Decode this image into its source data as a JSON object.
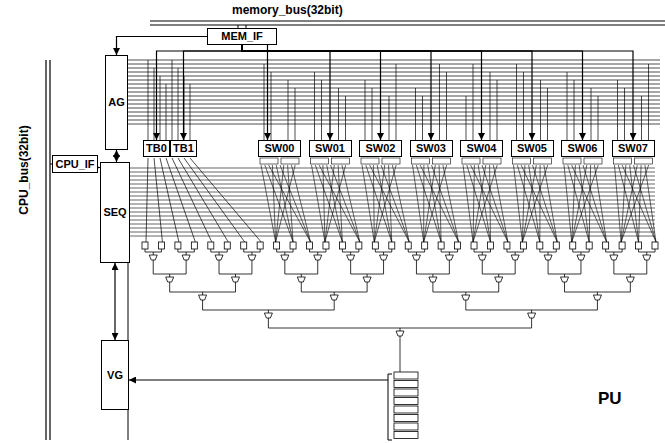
{
  "diagram": {
    "nodes": [
      {
        "text": [
          "MEM_IF"
        ]
      },
      {
        "text": [
          "AG"
        ]
      },
      {
        "text": [
          "TB0"
        ]
      },
      {
        "text": [
          "TB1"
        ]
      },
      {
        "text": [
          "SW00"
        ]
      },
      {
        "text": [
          "SW01"
        ]
      },
      {
        "text": [
          "SW02"
        ]
      },
      {
        "text": [
          "SW03"
        ]
      },
      {
        "text": [
          "SW04"
        ]
      },
      {
        "text": [
          "SW05"
        ]
      },
      {
        "text": [
          "SW06"
        ]
      },
      {
        "text": [
          "SW07"
        ]
      },
      {
        "text": [
          "CPU_IF"
        ]
      },
      {
        "text": [
          "SEQ"
        ]
      },
      {
        "text": [
          "VG"
        ]
      }
    ],
    "edges": [
      {
        "from": 0,
        "to": 1,
        "arrow": "to"
      },
      {
        "from": 0,
        "to": 2,
        "arrow": "to"
      },
      {
        "from": 0,
        "to": 3,
        "arrow": "to"
      },
      {
        "from": 0,
        "to": 4,
        "arrow": "to"
      },
      {
        "from": 0,
        "to": 5,
        "arrow": "to"
      },
      {
        "from": 0,
        "to": 6,
        "arrow": "to"
      },
      {
        "from": 0,
        "to": 7,
        "arrow": "to"
      },
      {
        "from": 0,
        "to": 8,
        "arrow": "to"
      },
      {
        "from": 0,
        "to": 9,
        "arrow": "to"
      },
      {
        "from": 0,
        "to": 10,
        "arrow": "to"
      },
      {
        "from": 0,
        "to": 11,
        "arrow": "to"
      },
      {
        "from": 12,
        "to": 13,
        "arrow": "to"
      },
      {
        "from": 13,
        "to": 1,
        "arrow": "both"
      },
      {
        "from": 13,
        "to": 14,
        "arrow": "both"
      }
    ],
    "labels": [
      "memory_bus(32bit)",
      "CPU_bus(32bit)",
      "PU"
    ]
  }
}
